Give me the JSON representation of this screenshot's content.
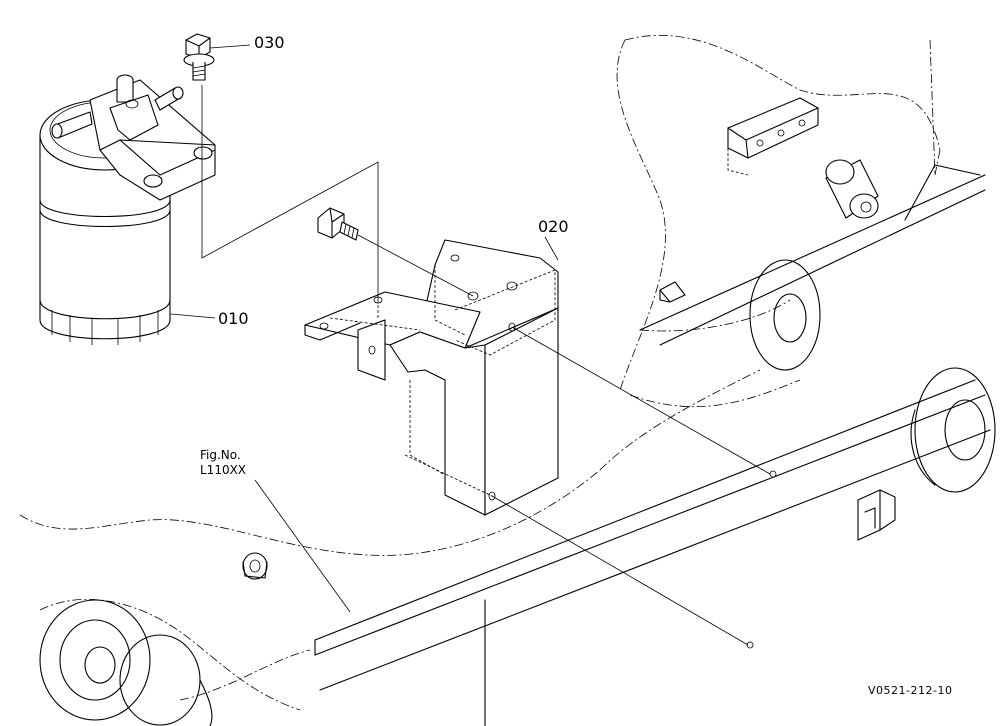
{
  "callouts": {
    "part_030": "030",
    "part_020": "020",
    "part_010": "010"
  },
  "figure_ref": {
    "line1": "Fig.No.",
    "line2": "L110XX"
  },
  "drawing_code": "V0521-212-10",
  "colors": {
    "ink": "#000000",
    "paper": "#ffffff"
  }
}
